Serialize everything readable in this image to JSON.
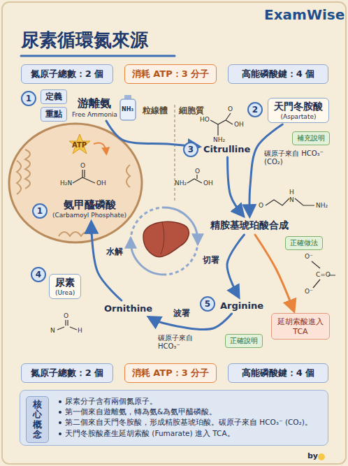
{
  "diagram": {
    "title": "尿素循環氮來源",
    "nodes": [
      {
        "text": [
          "氮原子總數：2 個"
        ]
      },
      {
        "text": [
          "消耗 ATP：3 分子"
        ]
      },
      {
        "text": [
          "高能磷酸鍵：4 個"
        ]
      },
      {
        "text": [
          "1"
        ]
      },
      {
        "text": [
          "定義"
        ]
      },
      {
        "text": [
          "重點"
        ]
      },
      {
        "text": [
          "游離氨",
          "Free Ammonia"
        ]
      },
      {
        "text": [
          "2"
        ]
      },
      {
        "text": [
          "天門冬胺酸",
          "(Aspartate)"
        ]
      },
      {
        "text": [
          "補充說明"
        ]
      },
      {
        "text": [
          "3"
        ]
      },
      {
        "text": [
          "Citrulline"
        ]
      },
      {
        "text": [
          "精胺基琥珀酸合成"
        ]
      },
      {
        "text": [
          "正確做法"
        ]
      },
      {
        "text": [
          "延胡索酸進入 TCA"
        ]
      },
      {
        "text": [
          "5"
        ]
      },
      {
        "text": [
          "Arginine"
        ]
      },
      {
        "text": [
          "正確說明"
        ]
      },
      {
        "text": [
          "Ornithine"
        ]
      },
      {
        "text": [
          "4"
        ]
      },
      {
        "text": [
          "尿素",
          "(Urea)"
        ]
      },
      {
        "text": [
          "1"
        ]
      },
      {
        "text": [
          "氨甲醯磷酸",
          "(Carbamoyl Phosphate)"
        ]
      },
      {
        "text": [
          "氮原子總數：2 個"
        ]
      },
      {
        "text": [
          "消耗 ATP：3 分子"
        ]
      },
      {
        "text": [
          "高能磷酸鍵：4 個"
        ]
      },
      {
        "text": [
          "尿素分子含有兩個氮原子。",
          "第一個來自遊離氨，轉為氨&為氨甲醯磷酸。",
          "第二個來自天門冬胺酸，形成精胺基琥珀酸。碳原子來自 HCO₃⁻ (CO₂)。",
          "天門冬胺酸產生延胡索酸 (Fumarate) 進入 TCA。"
        ]
      },
      {
        "text": [
          "核心概念"
        ],
        "in": 26
      }
    ],
    "edges": [
      {
        "from": 6,
        "to": 11,
        "arrow": "to"
      },
      {
        "from": 8,
        "to": 12,
        "arrow": "to"
      },
      {
        "from": 11,
        "to": 12,
        "arrow": "to"
      },
      {
        "from": 12,
        "to": 16,
        "label": "切署",
        "arrow": "to"
      },
      {
        "from": 12,
        "to": 14,
        "arrow": "to"
      },
      {
        "from": 16,
        "to": 18,
        "label": "波署",
        "arrow": "to"
      },
      {
        "from": 18,
        "to": 22,
        "label": "水解",
        "arrow": "to"
      }
    ],
    "labels": [
      "ExamWise",
      "NH₃",
      "ATP",
      "粒線體",
      "細胞質",
      "HO",
      "O",
      "OH",
      "NH₂",
      "H₂N",
      "O",
      "OH",
      "NH₂",
      "O",
      "OH",
      "碳原子來自 HCO₃⁻ (CO₂)",
      "O",
      "H",
      "N",
      "NH₂",
      "O⁻",
      "C=O",
      "O⁻",
      "碳原子來自 HCO₃⁻",
      "O",
      "N",
      "H",
      "by"
    ]
  }
}
